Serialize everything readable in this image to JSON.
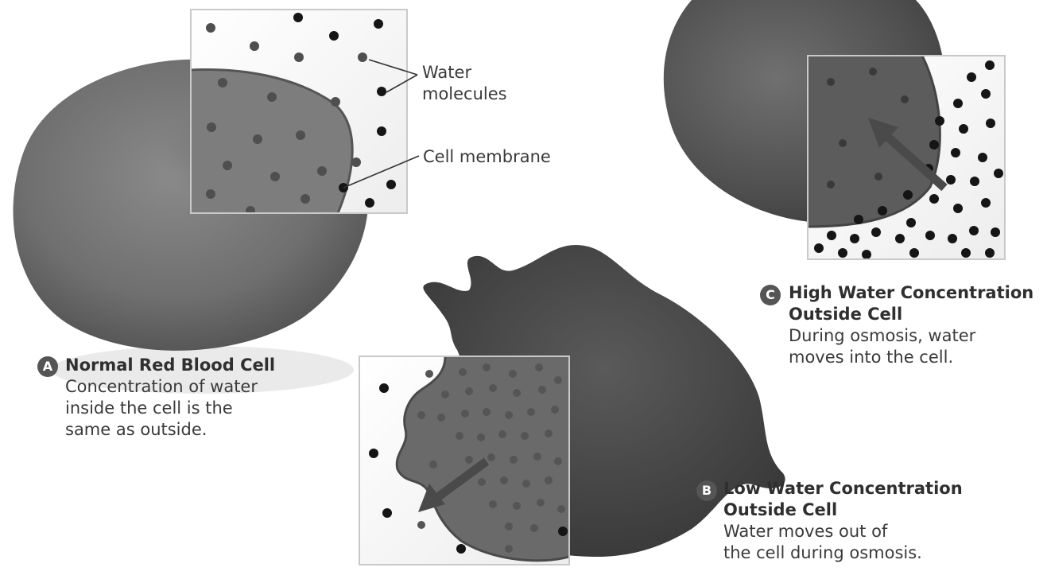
{
  "labels": {
    "water_molecules": [
      "Water",
      "molecules"
    ],
    "cell_membrane": "Cell membrane"
  },
  "panels": {
    "A": {
      "letter": "A",
      "title": "Normal Red Blood Cell",
      "lines": [
        "Concentration of water",
        "inside the cell is the",
        "same as outside."
      ]
    },
    "B": {
      "letter": "B",
      "title": [
        "Low Water Concentration",
        "Outside Cell"
      ],
      "lines": [
        "Water moves out of",
        "the cell during osmosis."
      ]
    },
    "C": {
      "letter": "C",
      "title": [
        "High Water Concentration",
        "Outside Cell"
      ],
      "lines": [
        "During osmosis, water",
        "moves into the cell."
      ]
    }
  },
  "colors": {
    "cell": "#6b6b6b",
    "cell_dark": "#3f3f3f",
    "molecule_inside": "#555555",
    "molecule_outside": "#1a1a1a",
    "badge": "#555555"
  },
  "icons": [
    "arrow-into-cell-icon",
    "arrow-out-of-cell-icon"
  ]
}
